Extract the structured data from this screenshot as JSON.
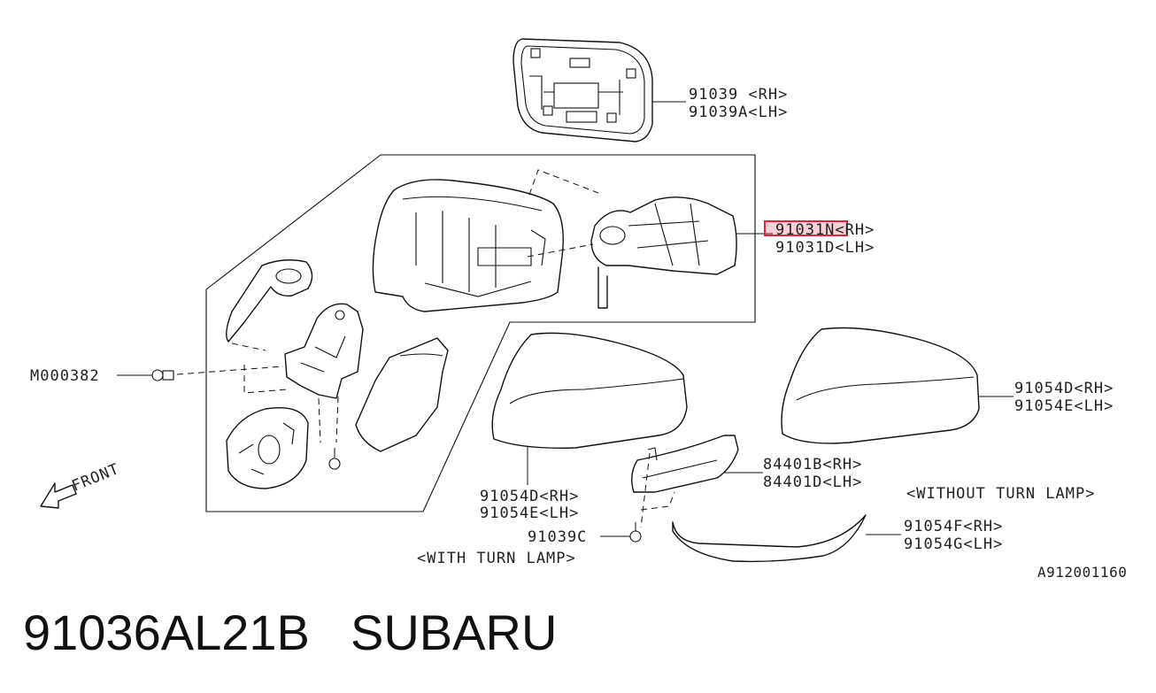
{
  "title": {
    "part_number": "91036AL21B",
    "brand": "SUBARU"
  },
  "callouts": {
    "glass_rh": "91039  <RH>",
    "glass_lh": "91039A<LH>",
    "assy_rh": "91031N<RH>",
    "assy_lh": "91031D<LH>",
    "cover_right_rh": "91054D<RH>",
    "cover_right_lh": "91054E<LH>",
    "screw": "M000382",
    "cover_left_rh": "91054D<RH>",
    "cover_left_lh": "91054E<LH>",
    "lamp_rh": "84401B<RH>",
    "lamp_lh": "84401D<LH>",
    "without_turn_lamp": "<WITHOUT TURN LAMP>",
    "clip": "91039C",
    "with_turn_lamp": "<WITH TURN LAMP>",
    "garnish_rh": "91054F<RH>",
    "garnish_lh": "91054G<LH>",
    "front": "FRONT",
    "diagram_code": "A912001160"
  },
  "highlight": {
    "callout": "91031N<RH>",
    "color": "#e0223f"
  }
}
